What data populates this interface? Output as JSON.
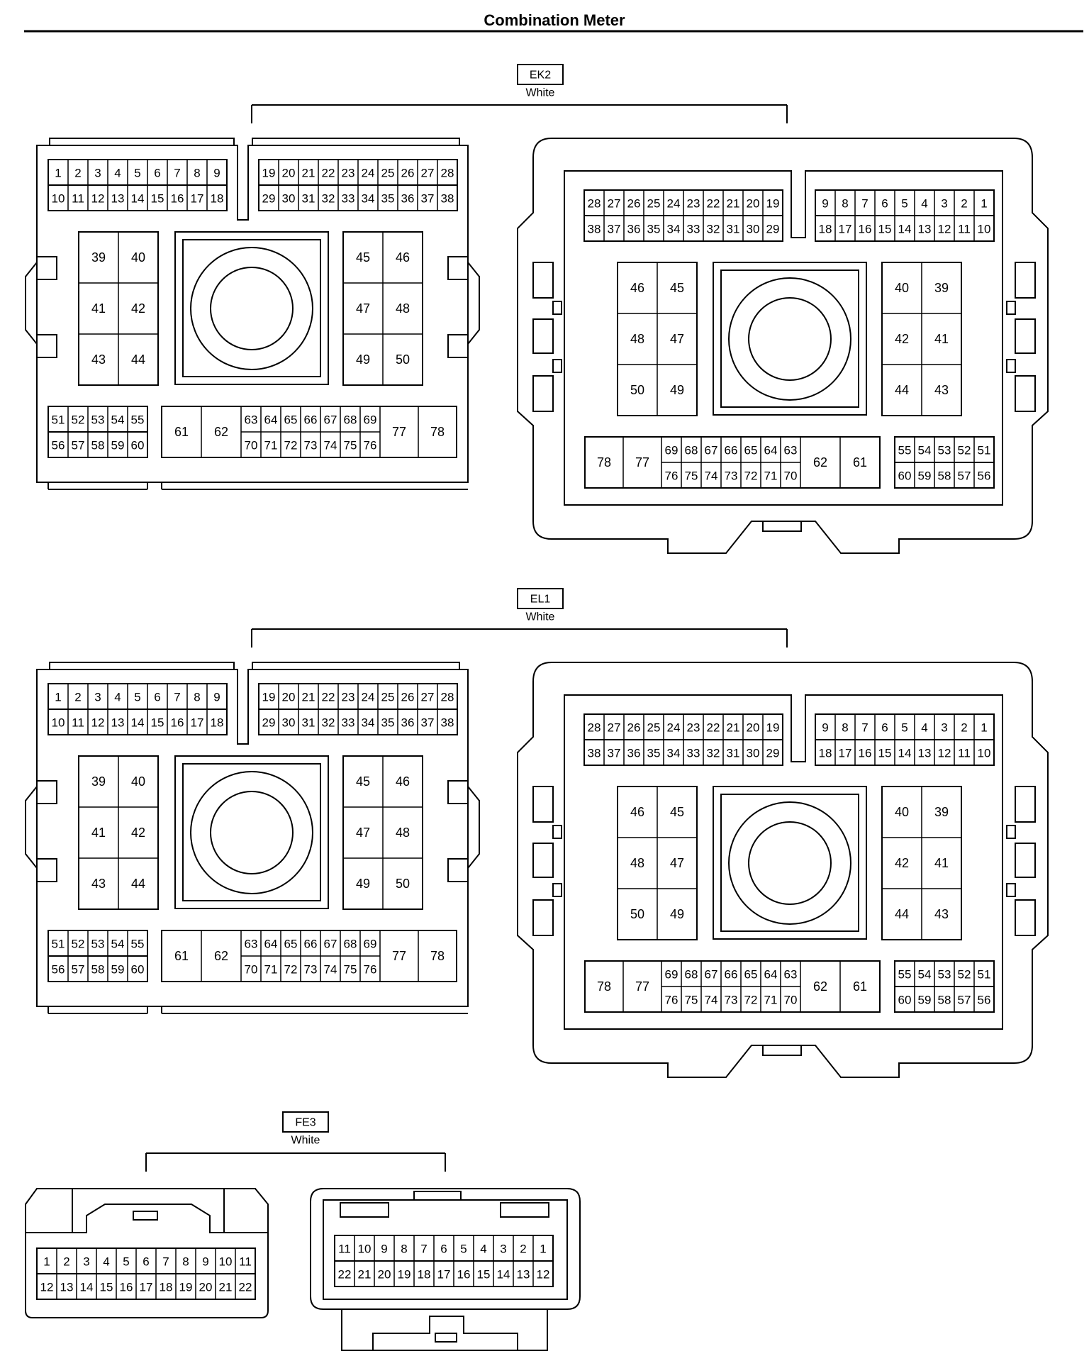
{
  "title": "Combination Meter",
  "connectors": [
    {
      "code": "EK2",
      "color": "White"
    },
    {
      "code": "EL1",
      "color": "White"
    },
    {
      "code": "FE3",
      "color": "White"
    }
  ],
  "pins78": {
    "left_top": [
      1,
      2,
      3,
      4,
      5,
      6,
      7,
      8,
      9
    ],
    "left_bottom": [
      10,
      11,
      12,
      13,
      14,
      15,
      16,
      17,
      18
    ],
    "right_top": [
      19,
      20,
      21,
      22,
      23,
      24,
      25,
      26,
      27,
      28
    ],
    "right_bottom": [
      29,
      30,
      31,
      32,
      33,
      34,
      35,
      36,
      37,
      38
    ],
    "block_a": [
      [
        39,
        40
      ],
      [
        41,
        42
      ],
      [
        43,
        44
      ]
    ],
    "block_b": [
      [
        45,
        46
      ],
      [
        47,
        48
      ],
      [
        49,
        50
      ]
    ],
    "bottom_left_top": [
      51,
      52,
      53,
      54,
      55
    ],
    "bottom_left_bottom": [
      56,
      57,
      58,
      59,
      60
    ],
    "big_a": [
      61,
      62
    ],
    "mid_top": [
      63,
      64,
      65,
      66,
      67,
      68,
      69
    ],
    "mid_bottom": [
      70,
      71,
      72,
      73,
      74,
      75,
      76
    ],
    "big_b": [
      77,
      78
    ]
  },
  "pins22": {
    "top": [
      1,
      2,
      3,
      4,
      5,
      6,
      7,
      8,
      9,
      10,
      11
    ],
    "bottom": [
      12,
      13,
      14,
      15,
      16,
      17,
      18,
      19,
      20,
      21,
      22
    ]
  }
}
